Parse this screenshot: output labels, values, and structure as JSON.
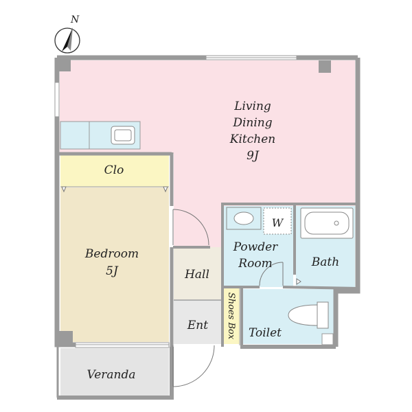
{
  "compass": {
    "letter": "N"
  },
  "rooms": {
    "ldk": {
      "line1": "Living",
      "line2": "Dining",
      "line3": "Kitchen",
      "size": "9J"
    },
    "closet": {
      "label": "Clo"
    },
    "bedroom": {
      "line1": "Bedroom",
      "size": "5J"
    },
    "hall": {
      "label": "Hall"
    },
    "powder": {
      "line1": "Powder",
      "line2": "Room",
      "washer": "W"
    },
    "bath": {
      "label": "Bath"
    },
    "toilet": {
      "label": "Toilet"
    },
    "shoes": {
      "label": "Shoes Box"
    },
    "entrance": {
      "label": "Ent"
    },
    "veranda": {
      "label": "Veranda"
    }
  },
  "colors": {
    "ldk": "#fbe1e6",
    "bedroom": "#f1e7c9",
    "closet": "#fbf6c3",
    "wet": "#d8eff5",
    "hall": "#f0ecdf",
    "entrance": "#e8e8e8",
    "veranda": "#e4e4e4",
    "shoes": "#fbf6c3",
    "wall": "#9a9a9a"
  }
}
